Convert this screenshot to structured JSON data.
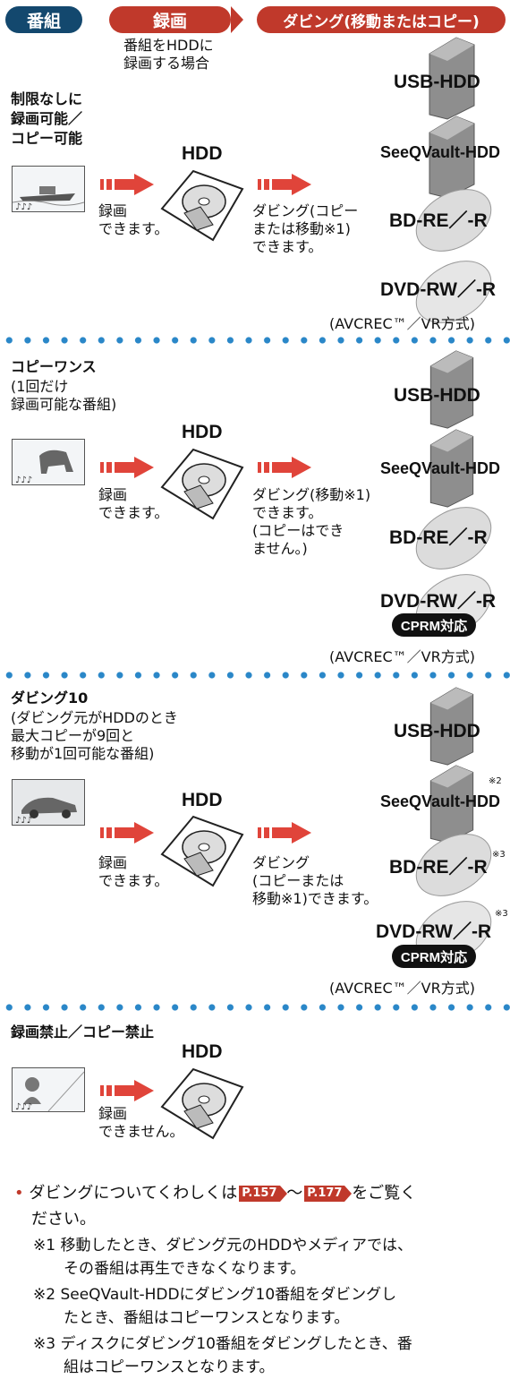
{
  "header": {
    "tab_program": "番組",
    "tab_record": "録画",
    "tab_dubbing": "ダビング(移動またはコピー)",
    "record_hdd_note": "番組をHDDに\n録画する場合"
  },
  "media": {
    "usb_hdd": "USB-HDD",
    "seeqvault_hdd": "SeeQVault-HDD",
    "bd": "BD-RE／-R",
    "dvd": "DVD-RW／-R",
    "cprm_badge": "CPRM対応",
    "format_note": "(AVCREC™／VR方式)",
    "hdd": "HDD"
  },
  "sections": [
    {
      "title": "制限なしに\n録画可能／\nコピー可能",
      "record_text": "録画\nできます。",
      "dub_text": "ダビング(コピー\nまたは移動※1)\nできます。"
    },
    {
      "title": "コピーワンス",
      "subtitle": "(1回だけ\n録画可能な番組)",
      "record_text": "録画\nできます。",
      "dub_text": "ダビング(移動※1)\nできます。\n(コピーはでき\nません。)"
    },
    {
      "title": "ダビング10",
      "subtitle": "(ダビング元がHDDのとき\n最大コピーが9回と\n移動が1回可能な番組)",
      "record_text": "録画\nできます。",
      "dub_text": "ダビング\n(コピーまたは\n移動※1)できます。",
      "mark2": "※2",
      "mark3a": "※3",
      "mark3b": "※3"
    },
    {
      "title": "録画禁止／コピー禁止",
      "record_text": "録画\nできません。"
    }
  ],
  "notes": {
    "bullet_pre": "ダビングについてくわしくは",
    "ref_start": "P.157",
    "tilde": "〜",
    "ref_end": "P.177",
    "bullet_post": "をご覧く",
    "bullet_line2": "ださい。",
    "note1": "※1 移動したとき、ダビング元のHDDやメディアでは、\n　　その番組は再生できなくなります。",
    "note2": "※2 SeeQVault-HDDにダビング10番組をダビングし\n　　たとき、番組はコピーワンスとなります。",
    "note3": "※3 ディスクにダビング10番組をダビングしたとき、番\n　　組はコピーワンスとなります。"
  },
  "colors": {
    "navy": "#13486e",
    "red": "#c0392b",
    "dots": "#2a87c8"
  }
}
